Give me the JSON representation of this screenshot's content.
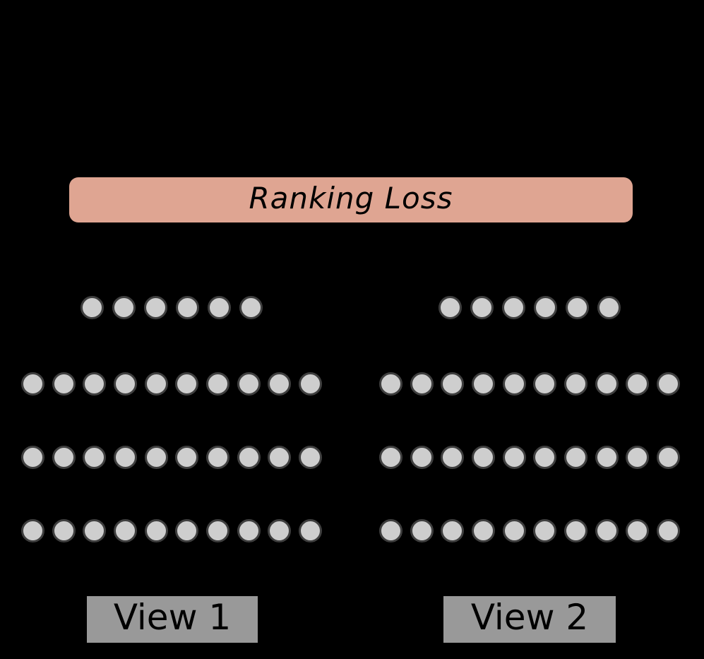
{
  "figure_type": "two-view neural network diagram",
  "loss_box": {
    "label": "Ranking Loss"
  },
  "views": [
    {
      "label": "View 1",
      "layers": [
        6,
        10,
        10,
        10
      ]
    },
    {
      "label": "View 2",
      "layers": [
        6,
        10,
        10,
        10
      ]
    }
  ],
  "colors": {
    "background": "#000000",
    "loss_box": "#dfa592",
    "node_fill": "#cecece",
    "node_border": "#3f3f3f",
    "label_box": "#999999",
    "text": "#000000"
  }
}
